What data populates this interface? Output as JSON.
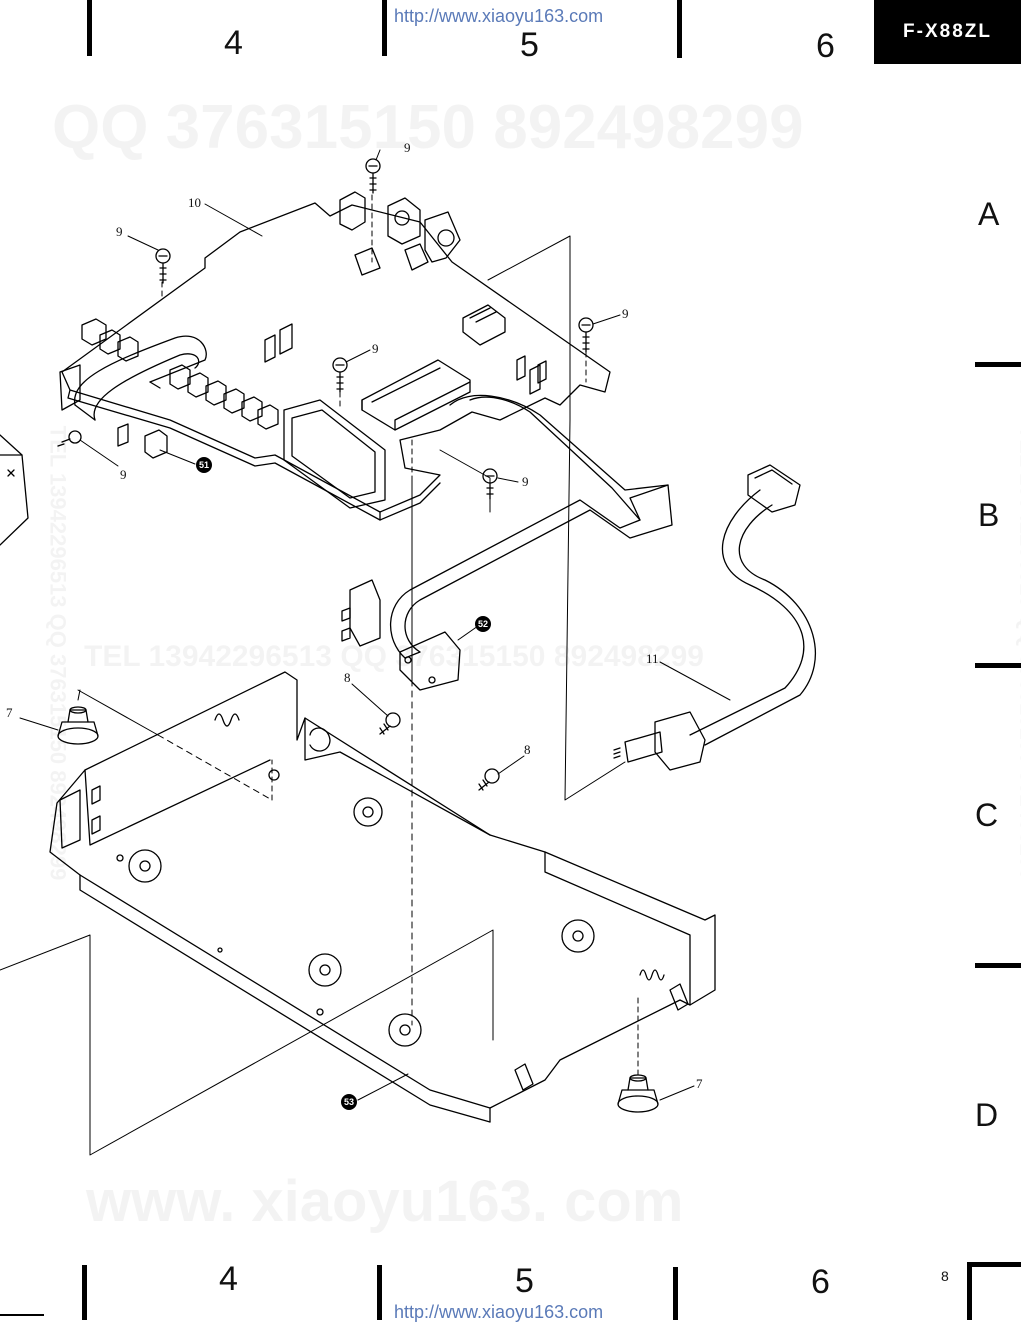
{
  "header": {
    "model": "F-X88ZL",
    "url_top": "http://www.xiaoyu163.com",
    "url_bottom": "http://www.xiaoyu163.com",
    "page_number": "8"
  },
  "grid": {
    "columns_top": [
      "4",
      "5",
      "6"
    ],
    "columns_bottom": [
      "4",
      "5",
      "6"
    ],
    "rows": [
      "A",
      "B",
      "C",
      "D"
    ]
  },
  "watermarks": {
    "qq": "QQ 376315150   892498299",
    "tel_qq": "TEL  13942296513   QQ  376315150  892498299",
    "site": "www. xiaoyu163. com",
    "side": "TEL 13942296513 QQ 376315150 892498299"
  },
  "part_labels": {
    "screw_9": "9",
    "board_10": "10",
    "cable_11": "11",
    "screw_8": "8",
    "foot_7": "7",
    "ref_51": "51",
    "ref_52": "52",
    "ref_53": "53"
  },
  "colors": {
    "ink": "#000000",
    "url": "#5a7ab8",
    "paper": "#ffffff"
  }
}
